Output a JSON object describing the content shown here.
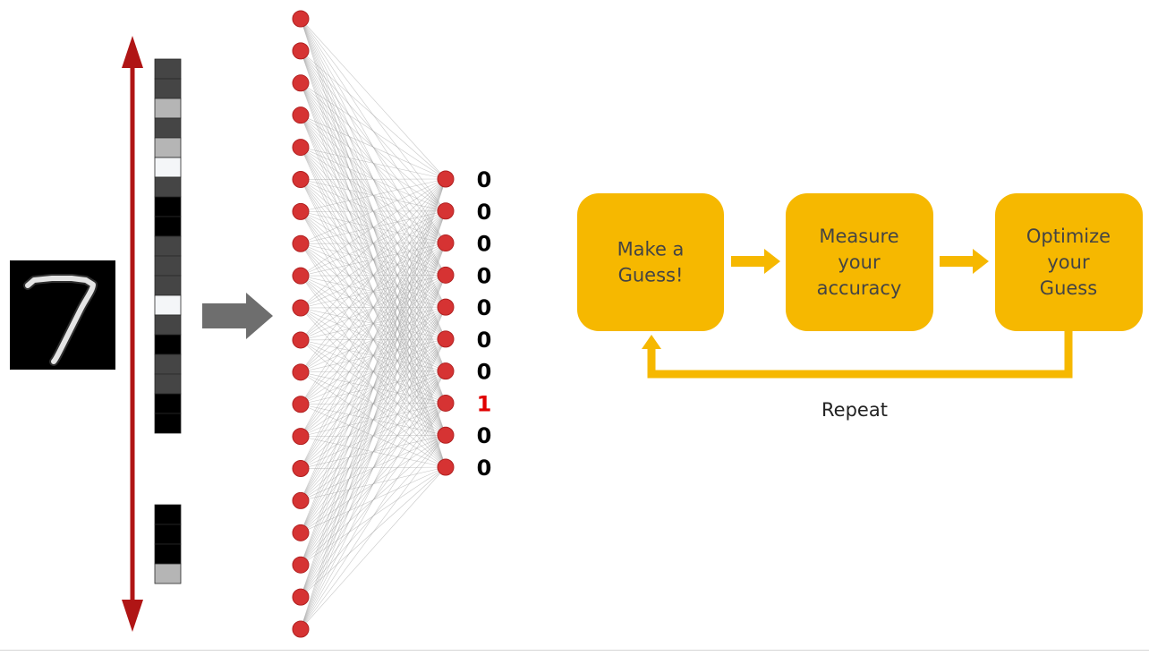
{
  "colors": {
    "node": "#d63333",
    "node_stroke": "#b02020",
    "edge": "#9a9a9a",
    "red_arrow": "#b01515",
    "gray_arrow": "#6e6e6e",
    "flow_box": "#f6b800",
    "flow_arrow": "#f6b800",
    "highlight_label": "#e00000",
    "default_label": "#000000"
  },
  "input_vector": {
    "top_cells": [
      "#454545",
      "#454545",
      "#b5b5b5",
      "#454545",
      "#b5b5b5",
      "#f4f6f8",
      "#454545",
      "#000000",
      "#000000",
      "#454545",
      "#454545",
      "#454545",
      "#f4f6f8",
      "#454545",
      "#000000",
      "#454545",
      "#454545",
      "#000000",
      "#000000"
    ],
    "bottom_cells": [
      "#000000",
      "#000000",
      "#000000",
      "#b5b5b5"
    ]
  },
  "network": {
    "input_node_count": 20,
    "output_node_count": 10
  },
  "output_labels": [
    "0",
    "0",
    "0",
    "0",
    "0",
    "0",
    "0",
    "1",
    "0",
    "0"
  ],
  "highlighted_output_index": 7,
  "flow": {
    "steps": [
      {
        "lines": [
          "Make a",
          "Guess!"
        ]
      },
      {
        "lines": [
          "Measure",
          "your",
          "accuracy"
        ]
      },
      {
        "lines": [
          "Optimize",
          "your",
          "Guess"
        ]
      }
    ],
    "repeat_label": "Repeat"
  },
  "icons": {
    "digit_image": "handwritten-seven-icon",
    "dimension_arrow": "double-headed-arrow-icon",
    "feed_arrow": "right-arrow-icon"
  }
}
